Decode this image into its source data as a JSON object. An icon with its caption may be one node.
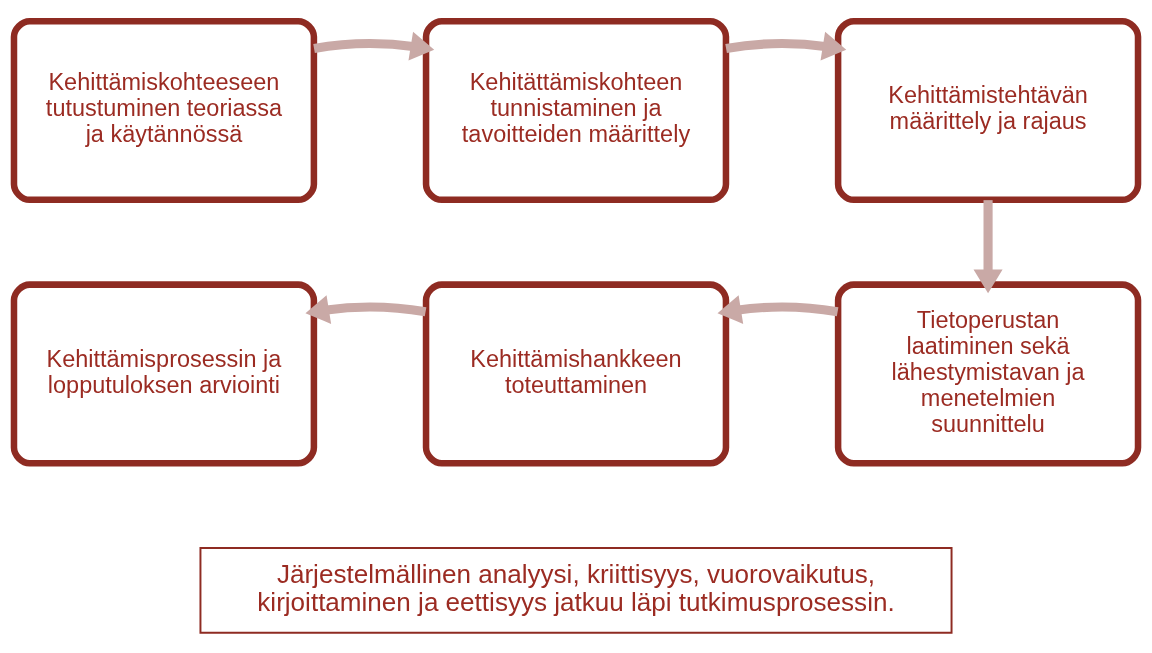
{
  "diagram": {
    "nodes": [
      {
        "text": [
          "Kehittämiskohteeseen tutustuminen teoriassa ja käytännössä"
        ]
      },
      {
        "text": [
          "Kehitättämiskohteen tunnistaminen ja tavoitteiden määrittely"
        ]
      },
      {
        "text": [
          "Kehittämistehtävän määrittely ja rajaus"
        ]
      },
      {
        "text": [
          "Tietoperustan laatiminen sekä lähestymistavan ja menetelmien suunnittelu"
        ]
      },
      {
        "text": [
          "Kehittämishankkeen toteuttaminen"
        ]
      },
      {
        "text": [
          "Kehittämisprosessin ja lopputuloksen arviointi"
        ]
      },
      {
        "text": [
          "Järjestelmällinen analyysi, kriittisyys, vuorovaikutus, kirjoittaminen ja eettisyys jatkuu läpi tutkimusprosessin."
        ]
      }
    ],
    "edges": [
      {
        "from": 0,
        "to": 1,
        "arrow": "to"
      },
      {
        "from": 1,
        "to": 2,
        "arrow": "to"
      },
      {
        "from": 2,
        "to": 3,
        "arrow": "to"
      },
      {
        "from": 3,
        "to": 4,
        "arrow": "to"
      },
      {
        "from": 4,
        "to": 5,
        "arrow": "to"
      }
    ]
  }
}
